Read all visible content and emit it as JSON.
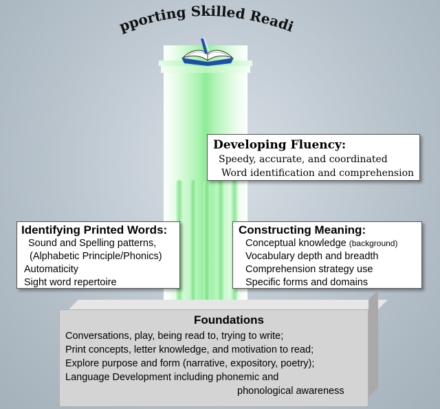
{
  "title": "Supporting Skilled Reading",
  "fluency": {
    "heading": "Developing Fluency:",
    "lines": [
      "Speedy, accurate, and coordinated",
      "Word identification and comprehension"
    ]
  },
  "identifying": {
    "heading": "Identifying Printed Words:",
    "lines": [
      "Sound and Spelling patterns,",
      "(Alphabetic Principle/Phonics)",
      "Automaticity",
      "Sight word repertoire"
    ]
  },
  "meaning": {
    "heading": "Constructing Meaning:",
    "line1_main": "Conceptual knowledge",
    "line1_small": "(background)",
    "lines": [
      "Vocabulary depth and breadth",
      "Comprehension strategy use",
      "Specific forms and domains"
    ]
  },
  "foundations": {
    "heading": "Foundations",
    "lines": [
      "Conversations, play, being read to, trying to write;",
      "Print concepts, letter knowledge, and motivation to read;",
      "Explore purpose and form (narrative, expository,  poetry);",
      "Language Development including phonemic and",
      "phonological awareness"
    ]
  },
  "icons": {
    "book": "open-book-icon"
  },
  "colors": {
    "column_green": "#8eec96",
    "background": "#b8c3cc",
    "base_gray": "#d4d4d4"
  }
}
